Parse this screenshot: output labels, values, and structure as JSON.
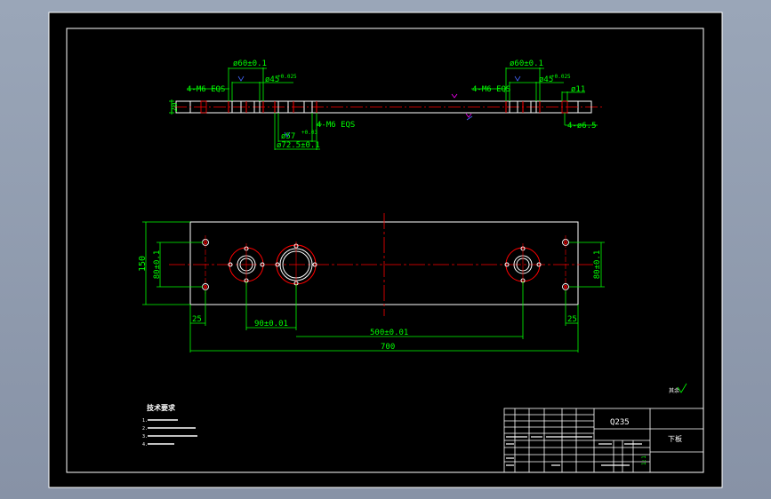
{
  "colors": {
    "background": "#000000",
    "viewport_outer": "#8f9ab0",
    "border": "#ffffff",
    "dimension": "#00ff00",
    "centerline": "#ff0000",
    "symbol": "#ff00ff",
    "hole_symbol": "#0000ff",
    "contour": "#ffffff"
  },
  "top_view": {
    "thickness_label": "20",
    "left_thread_label": "4-M6 EQS",
    "left_outer_dia": "ø60±0.1",
    "left_inner_dia": "ø45",
    "left_inner_tol": "+0.025",
    "mid_thread_label": "4-M6 EQS",
    "mid_inner_dia": "ø57",
    "mid_inner_tol": "+0.03",
    "mid_outer_dia": "ø72.5±0.1",
    "right_thread_label": "4-M6 EQS",
    "right_outer_dia": "ø60±0.1",
    "right_inner_dia": "ø45",
    "right_inner_tol": "+0.025",
    "right_small_dia": "ø11",
    "right_hole_label": "4-ø6.5"
  },
  "front_view": {
    "height_label": "150",
    "left_hole_spacing": "80±0.1",
    "right_hole_spacing": "80±0.1",
    "left_edge_offset": "25",
    "right_edge_offset": "25",
    "bore_spacing_1": "90±0.01",
    "bore_spacing_2": "500±0.01",
    "overall_length": "700"
  },
  "notes": {
    "heading": "技术要求",
    "lines": [
      "1.",
      "2.",
      "3.",
      "4."
    ]
  },
  "roughness": {
    "label": "其余"
  },
  "title_block": {
    "material": "Q235",
    "part_name": "下板",
    "scale_label": "1:1"
  }
}
